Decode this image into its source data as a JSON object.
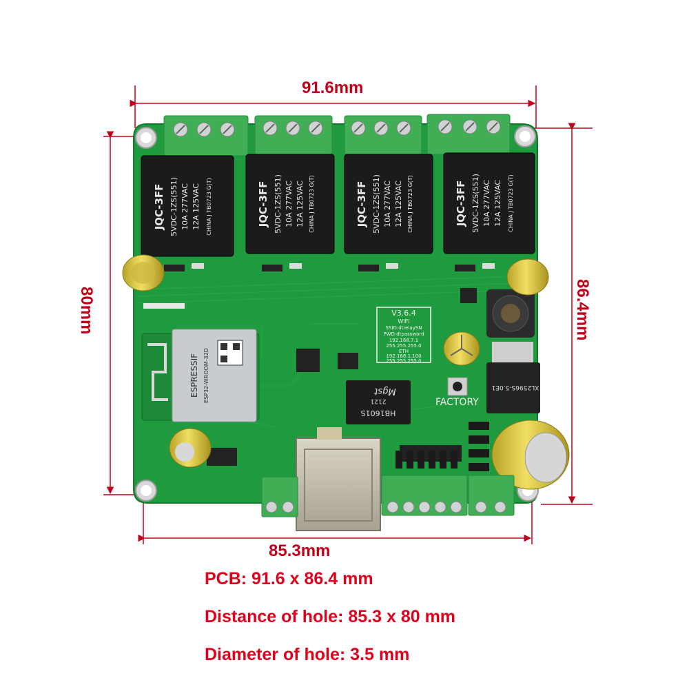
{
  "dimensions": {
    "top_width": "91.6mm",
    "bottom_width": "85.3mm",
    "left_height": "80mm",
    "right_height": "86.4mm"
  },
  "specs": [
    "PCB: 91.6 x 86.4 mm",
    "Distance of hole: 85.3 x 80 mm",
    "Diameter of hole: 3.5 mm"
  ],
  "relay": {
    "model": "JQC-3FF",
    "coil": "5VDC-1ZS(551)",
    "rating_1": "10A 277VAC",
    "rating_2": "12A 125VAC",
    "origin": "CHINA J TB0723 G(T)"
  },
  "board": {
    "version": "V3.6.4",
    "wifi_title": "WIFI",
    "ssid": "SSID:dtrelaySN",
    "pwd": "PWD:dtpassword",
    "wifi_ip": "192.168.7.1",
    "wifi_mask": "255.255.255.0",
    "eth_title": "ETH",
    "eth_ip": "192.168.1.100",
    "eth_mask": "255.255.255.0",
    "factory": "FACTORY",
    "esp_brand": "ESPRESSIF",
    "esp_model": "ESP32-WROOM-32D",
    "eth_chip_brand": "Mgst",
    "eth_chip_model": "HB1601S",
    "eth_chip_code": "2121",
    "regulator": "XL2596S-5.0E1"
  },
  "colors": {
    "dimension_red": "#c0001a",
    "spec_red": "#e0001b",
    "pcb_green": "#1f9a3e",
    "terminal_green": "#3fae55",
    "relay_black": "#1b1b1b",
    "capacitor_yellow": "#d8c437"
  }
}
